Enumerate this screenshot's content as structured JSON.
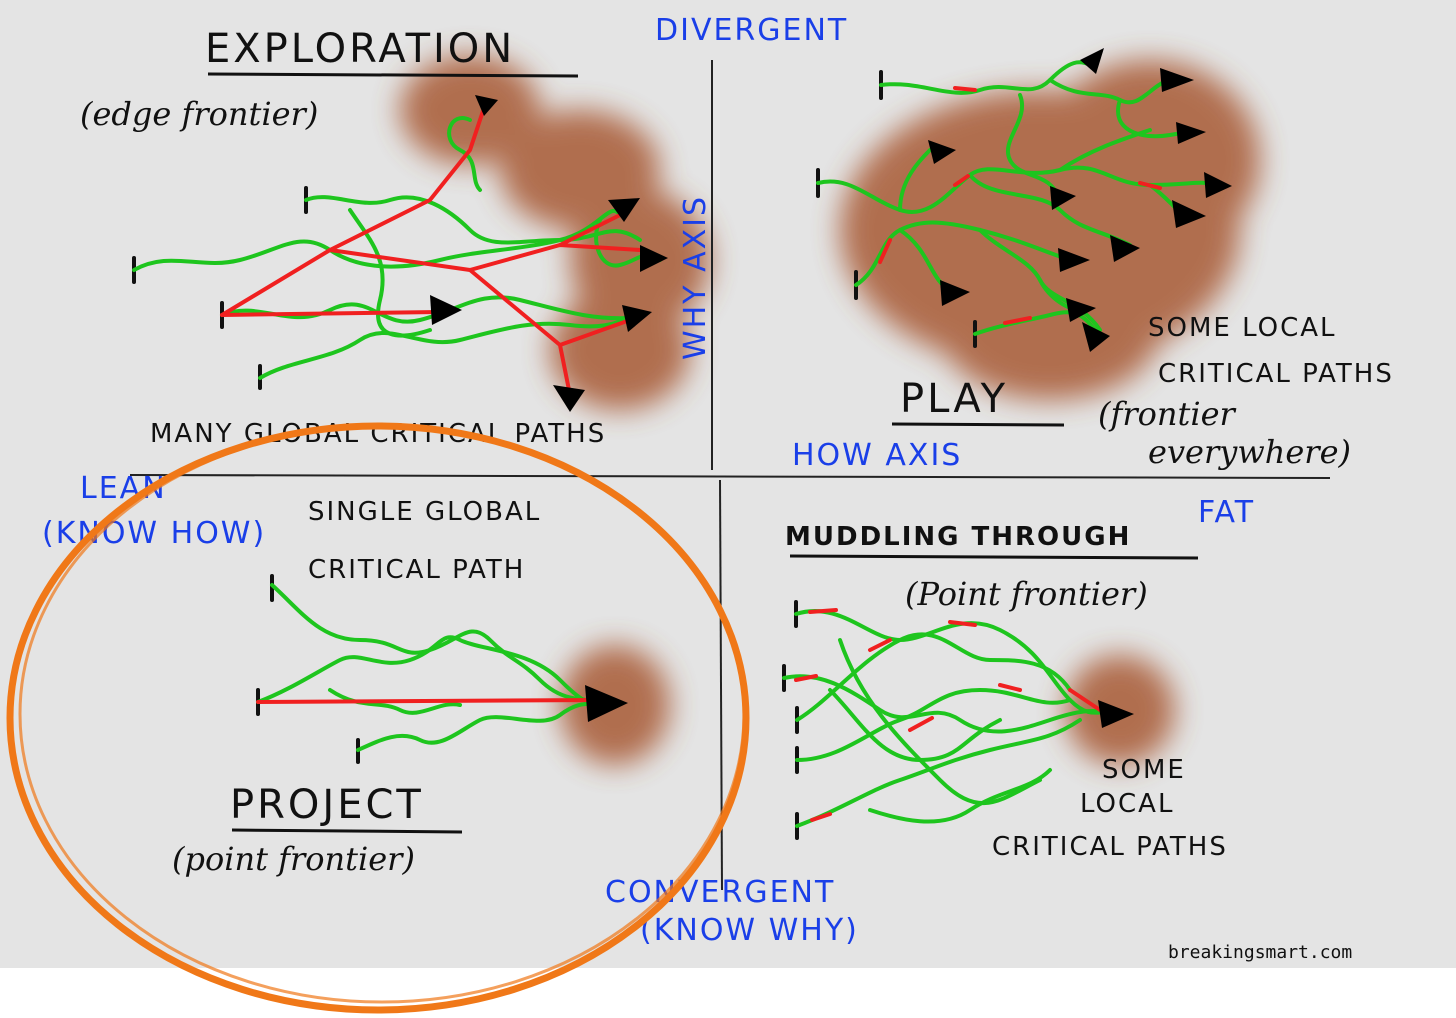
{
  "colors": {
    "background": "#e4e4e4",
    "axis_label_blue": "#1a3fe8",
    "path_green": "#1ec51e",
    "critical_red": "#f02020",
    "frontier_brown": "#a0522d",
    "highlight_orange": "#f07818"
  },
  "axes": {
    "top": "DIVERGENT",
    "bottom_line1": "CONVERGENT",
    "bottom_line2": "(KNOW WHY)",
    "left_line1": "LEAN",
    "left_line2": "(KNOW HOW)",
    "right": "FAT",
    "vertical_axis": "WHY AXIS",
    "horizontal_axis": "HOW AXIS"
  },
  "quadrants": {
    "exploration": {
      "title": "EXPLORATION",
      "subtitle": "(edge frontier)",
      "caption": "MANY GLOBAL CRITICAL PATHS"
    },
    "play": {
      "title": "PLAY",
      "caption_line1": "SOME LOCAL",
      "caption_line2": "CRITICAL PATHS",
      "subtitle_line1": "(frontier",
      "subtitle_line2": "everywhere)"
    },
    "project": {
      "caption_line1": "SINGLE GLOBAL",
      "caption_line2": "CRITICAL PATH",
      "title": "PROJECT",
      "subtitle": "(point frontier)"
    },
    "muddling": {
      "title": "MUDDLING THROUGH",
      "subtitle": "(Point frontier)",
      "caption_line1": "SOME",
      "caption_line2": "LOCAL",
      "caption_line3": "CRITICAL PATHS"
    }
  },
  "credit": "breakingsmart.com"
}
